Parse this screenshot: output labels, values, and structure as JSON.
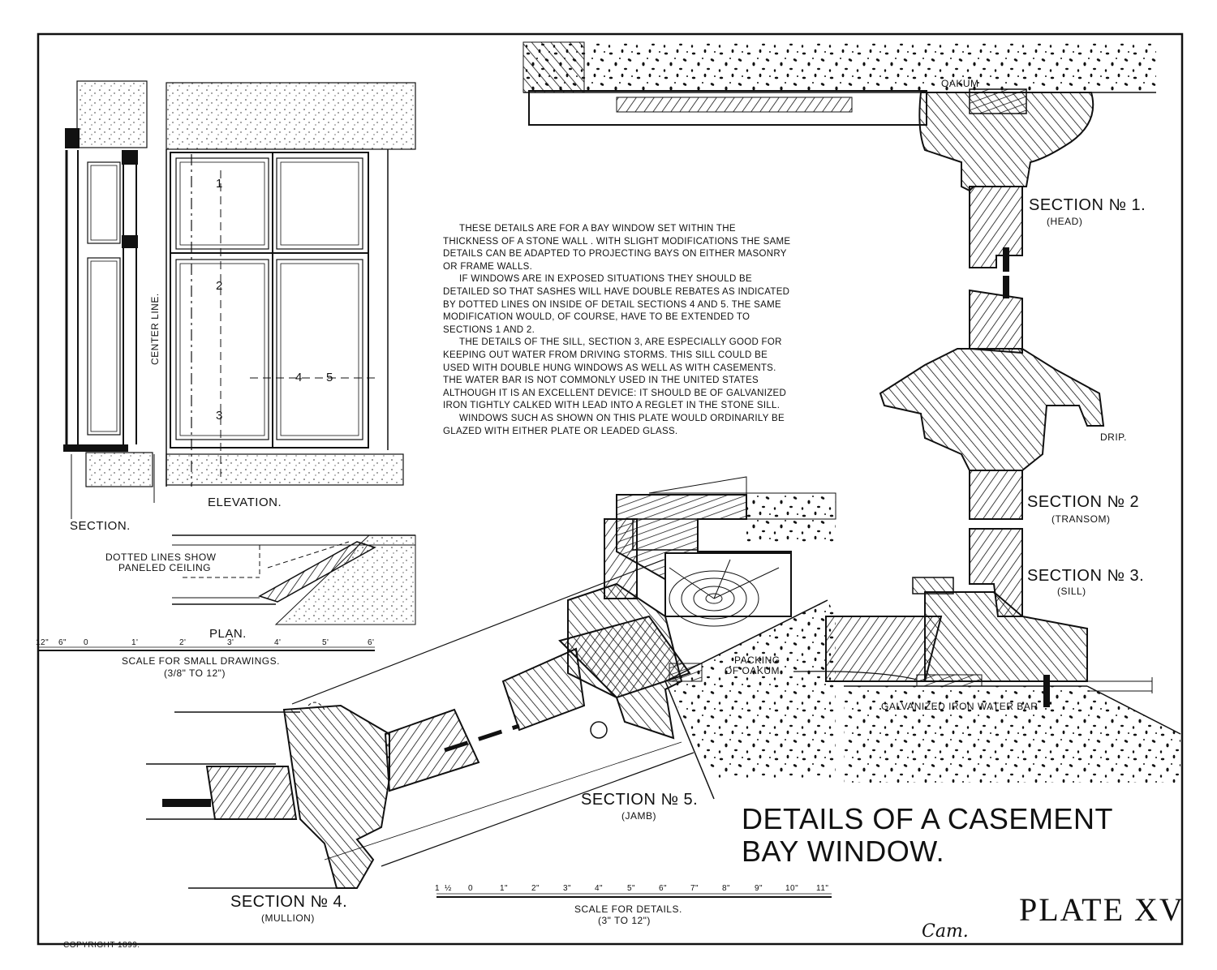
{
  "drawings": {
    "small_section": "SECTION.",
    "elevation": "ELEVATION.",
    "center_line": "CENTER LINE.",
    "elevation_marks": [
      "1",
      "2",
      "3",
      "4",
      "5"
    ],
    "plan": "PLAN.",
    "plan_note_line1": "DOTTED LINES SHOW",
    "plan_note_line2": "PANELED CEILING"
  },
  "small_scale": {
    "ticks": [
      "12\"",
      "6\"",
      "0",
      "1'",
      "2'",
      "3'",
      "4'",
      "5'",
      "6'"
    ],
    "caption": "SCALE FOR SMALL DRAWINGS.",
    "ratio": "(3/8\" TO 12\")"
  },
  "notes": [
    "THESE DETAILS ARE FOR A BAY WINDOW SET WITHIN THE THICKNESS OF A STONE WALL . WITH SLIGHT MODIFICATIONS THE SAME DETAILS CAN BE ADAPTED TO PROJECTING BAYS ON EITHER MASONRY OR FRAME WALLS.",
    "IF WINDOWS ARE IN EXPOSED SITUATIONS THEY SHOULD BE DETAILED SO THAT SASHES WILL HAVE DOUBLE REBATES AS INDICATED BY DOTTED LINES ON INSIDE OF DETAIL SECTIONS 4 AND 5. THE SAME MODIFICATION WOULD, OF COURSE, HAVE TO BE EXTENDED TO SECTIONS 1 AND 2.",
    "THE DETAILS OF THE SILL, SECTION 3, ARE ESPECIALLY GOOD FOR KEEPING OUT WATER FROM DRIVING STORMS. THIS SILL COULD BE USED WITH DOUBLE HUNG WINDOWS AS WELL AS WITH CASEMENTS. THE WATER BAR IS NOT COMMONLY USED IN THE UNITED STATES ALTHOUGH IT IS AN EXCELLENT DEVICE: IT SHOULD BE OF GALVANIZED IRON TIGHTLY CALKED WITH LEAD INTO A REGLET IN THE STONE SILL.",
    "WINDOWS SUCH AS SHOWN ON THIS PLATE WOULD ORDINARILY BE GLAZED WITH EITHER PLATE OR LEADED GLASS."
  ],
  "sections": {
    "oakum": "OAKUM",
    "s1_title": "SECTION № 1.",
    "s1_sub": "(HEAD)",
    "s2_title": "SECTION № 2",
    "s2_sub": "(TRANSOM)",
    "s3_title": "SECTION № 3.",
    "s3_sub": "(SILL)",
    "drip": "DRIP.",
    "packing_line1": "PACKING",
    "packing_line2": "OF OAKUM.",
    "water_bar": "GALVANIZED IRON WATER BAR",
    "s4_title": "SECTION № 4.",
    "s4_sub": "(MULLION)",
    "s5_title": "SECTION № 5.",
    "s5_sub": "(JAMB)"
  },
  "detail_scale": {
    "ticks": [
      "1",
      "½",
      "0",
      "1\"",
      "2\"",
      "3\"",
      "4\"",
      "5\"",
      "6\"",
      "7\"",
      "8\"",
      "9\"",
      "10\"",
      "11\""
    ],
    "caption": "SCALE FOR DETAILS.",
    "ratio": "(3\" TO 12\")"
  },
  "title_line1": "DETAILS OF A CASEMENT",
  "title_line2": "BAY WINDOW.",
  "plate_number": "PLATE XV",
  "signature": "Cam.",
  "copyright": "COPYRIGHT 1899."
}
